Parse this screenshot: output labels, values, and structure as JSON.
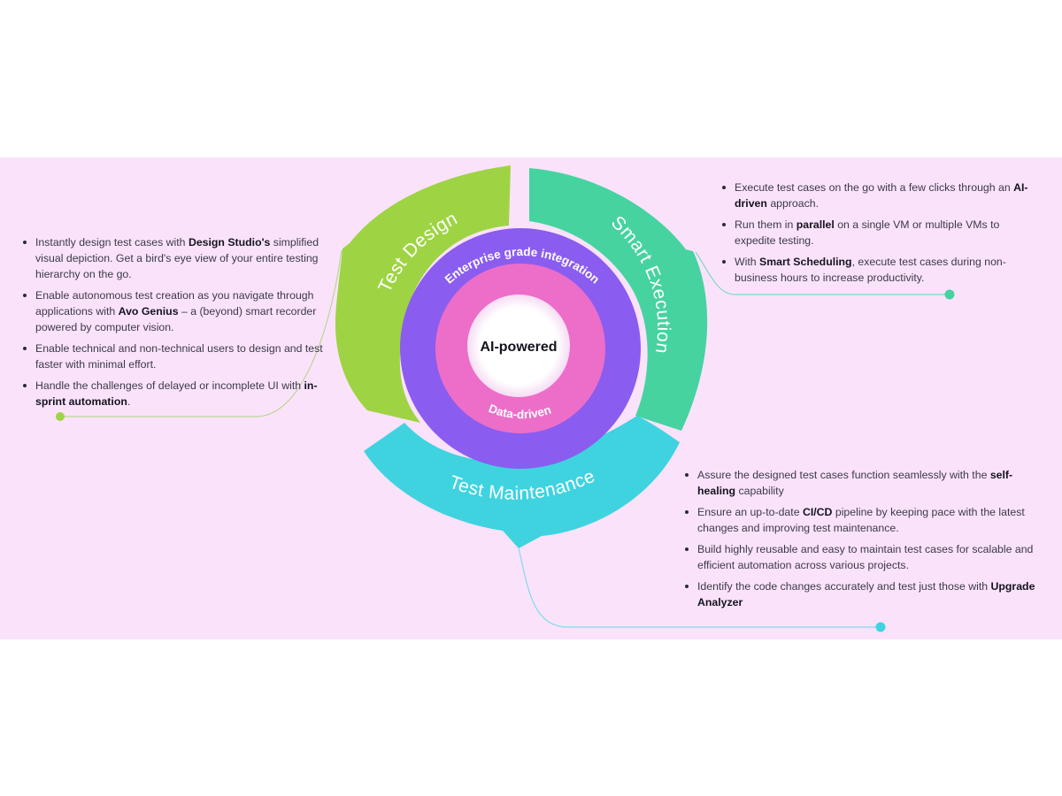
{
  "diagram": {
    "center_label": "AI-powered",
    "ring_top_label": "Enterprise grade integration",
    "ring_bottom_label": "Data-driven",
    "segments": [
      {
        "label": "Test Design",
        "color": "#9ed444"
      },
      {
        "label": "Smart Execution",
        "color": "#46d3a0"
      },
      {
        "label": "Test Maintenance",
        "color": "#3fd3e0"
      }
    ],
    "colors": {
      "background": "#fbe2fb",
      "outer_ring": "#8b5cf0",
      "inner_ring": "#ec6ec8",
      "center": "#ffffff",
      "connector_left": "#9ed444",
      "connector_right": "#46d3a0",
      "connector_bottom": "#3fd3e0"
    }
  },
  "panels": {
    "test_design": [
      [
        {
          "t": "Instantly design test cases with "
        },
        {
          "t": "Design Studio's",
          "b": true
        },
        {
          "t": " simplified visual depiction. Get a bird's eye view of your entire testing hierarchy on the go."
        }
      ],
      [
        {
          "t": "Enable autonomous test creation as you navigate through applications with "
        },
        {
          "t": "Avo Genius",
          "b": true
        },
        {
          "t": " – a (beyond) smart recorder powered by computer vision."
        }
      ],
      [
        {
          "t": "Enable technical and non-technical users to design and test faster with minimal effort."
        }
      ],
      [
        {
          "t": "Handle the challenges of delayed or incomplete UI with "
        },
        {
          "t": "in-sprint automation",
          "b": true
        },
        {
          "t": "."
        }
      ]
    ],
    "smart_execution": [
      [
        {
          "t": "Execute test cases on the go with a few clicks through an "
        },
        {
          "t": "AI-driven",
          "b": true
        },
        {
          "t": " approach."
        }
      ],
      [
        {
          "t": "Run them in "
        },
        {
          "t": "parallel",
          "b": true
        },
        {
          "t": " on a single VM or multiple VMs to expedite testing."
        }
      ],
      [
        {
          "t": "With "
        },
        {
          "t": "Smart Scheduling",
          "b": true
        },
        {
          "t": ", execute test cases during non-business hours to increase productivity."
        }
      ]
    ],
    "test_maintenance": [
      [
        {
          "t": "Assure the designed test cases function seamlessly with the "
        },
        {
          "t": "self-healing",
          "b": true
        },
        {
          "t": " capability"
        }
      ],
      [
        {
          "t": "Ensure an up-to-date "
        },
        {
          "t": "CI/CD",
          "b": true
        },
        {
          "t": " pipeline by keeping pace with the latest changes and improving test maintenance."
        }
      ],
      [
        {
          "t": "Build highly reusable and easy to maintain test cases for scalable and efficient automation across various projects."
        }
      ],
      [
        {
          "t": "Identify the code changes accurately and test just those with "
        },
        {
          "t": "Upgrade Analyzer",
          "b": true
        }
      ]
    ]
  }
}
